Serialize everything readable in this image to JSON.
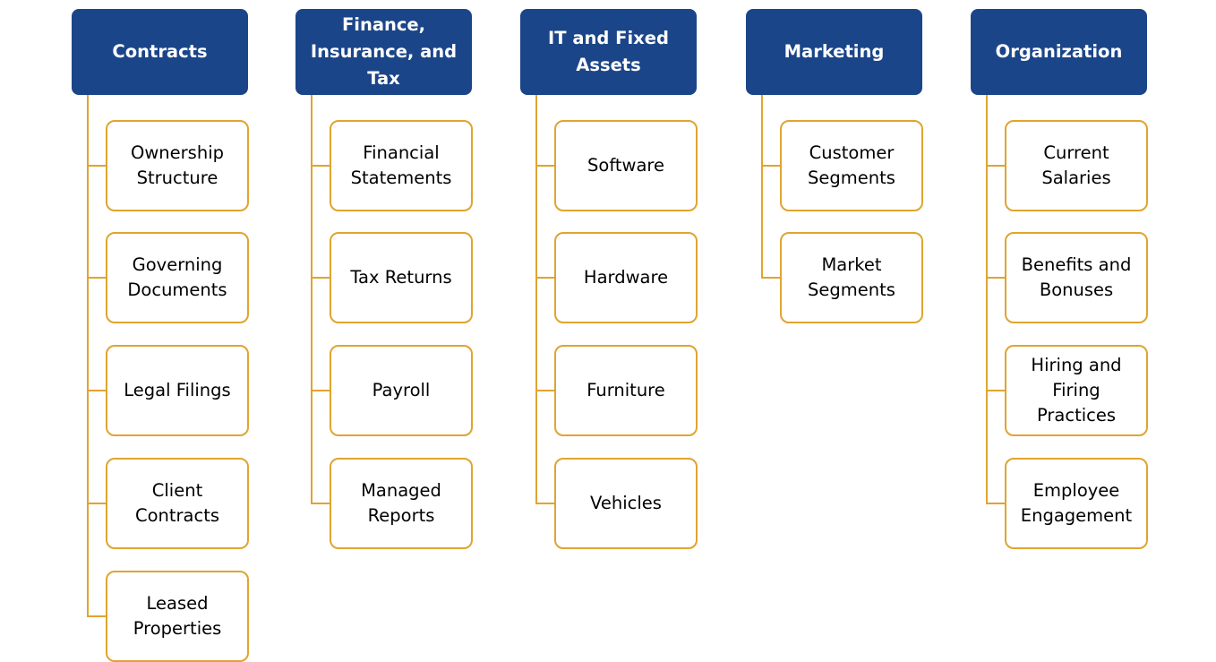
{
  "diagram": {
    "colors": {
      "header_fill": "#1b4589",
      "header_text": "#ffffff",
      "connector": "#e0a431",
      "child_border": "#e0a431",
      "child_text": "#000000"
    },
    "columns": [
      {
        "title": "Contracts",
        "items": [
          "Ownership Structure",
          "Governing Documents",
          "Legal Filings",
          "Client Contracts",
          "Leased Properties"
        ]
      },
      {
        "title": "Finance, Insurance, and Tax",
        "items": [
          "Financial Statements",
          "Tax Returns",
          "Payroll",
          "Managed Reports"
        ]
      },
      {
        "title": "IT and Fixed Assets",
        "items": [
          "Software",
          "Hardware",
          "Furniture",
          "Vehicles"
        ]
      },
      {
        "title": "Marketing",
        "items": [
          "Customer Segments",
          "Market Segments"
        ]
      },
      {
        "title": "Organization",
        "items": [
          "Current Salaries",
          "Benefits and Bonuses",
          "Hiring and Firing Practices",
          "Employee Engagement"
        ]
      }
    ]
  }
}
